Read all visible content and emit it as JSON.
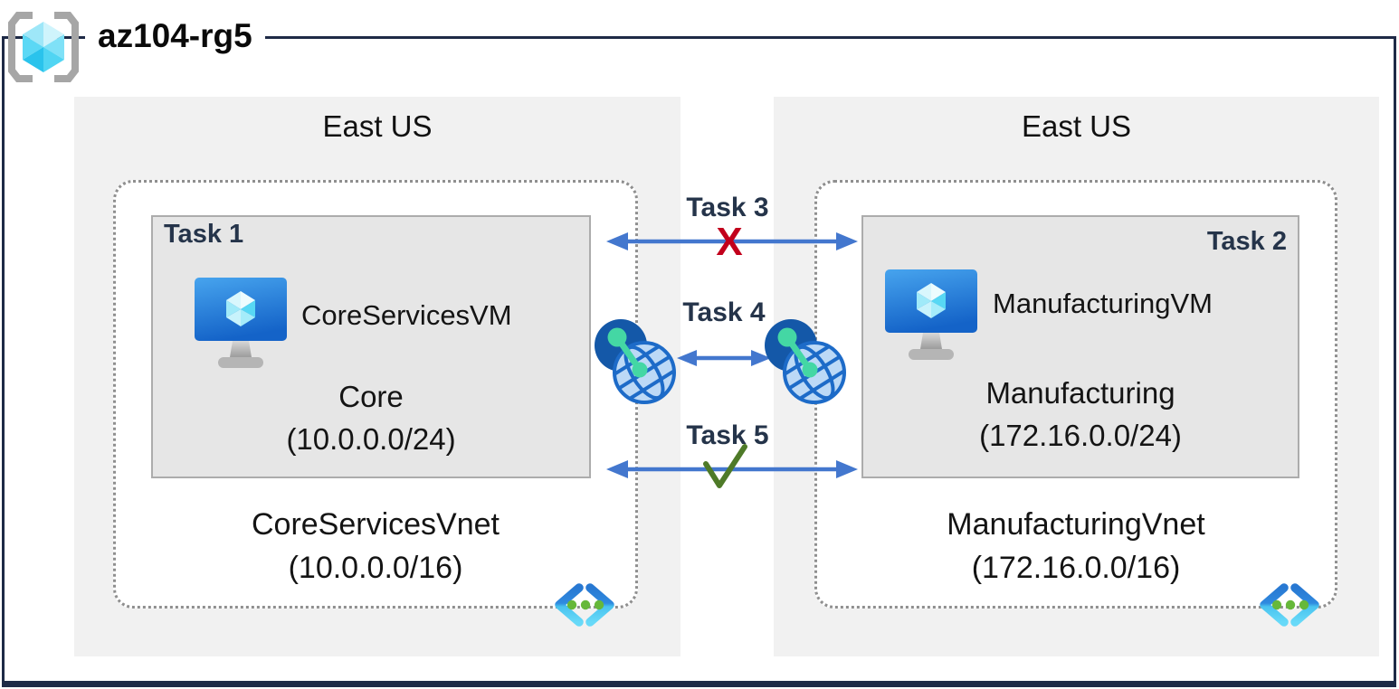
{
  "title": "az104-rg5",
  "regions": [
    {
      "location": "East US",
      "vnet_name": "CoreServicesVnet",
      "vnet_cidr": "(10.0.0.0/16)",
      "task_label": "Task 1",
      "vm_name": "CoreServicesVM",
      "subnet_name": "Core",
      "subnet_cidr": "(10.0.0.0/24)"
    },
    {
      "location": "East US",
      "vnet_name": "ManufacturingVnet",
      "vnet_cidr": "(172.16.0.0/16)",
      "task_label": "Task 2",
      "vm_name": "ManufacturingVM",
      "subnet_name": "Manufacturing",
      "subnet_cidr": "(172.16.0.0/24)"
    }
  ],
  "connections": [
    {
      "label": "Task 3",
      "status": "blocked",
      "symbol": "X"
    },
    {
      "label": "Task 4",
      "status": "peering",
      "symbol": ""
    },
    {
      "label": "Task 5",
      "status": "allowed",
      "symbol": "✓"
    }
  ],
  "colors": {
    "frame_navy": "#1e2a46",
    "panel_gray": "#f1f1f1",
    "task_box_gray": "#e6e6e6",
    "arrow_blue": "#4377ce",
    "blocked_red": "#c2001c",
    "allowed_green": "#4e7a28",
    "task_text_navy": "#25344a"
  },
  "icons": {
    "header": "resource-group-icon",
    "vm": "virtual-machine-icon",
    "vnet": "virtual-network-icon",
    "peering": "vnet-peering-icon",
    "blocked": "x-icon",
    "allowed": "check-icon"
  }
}
